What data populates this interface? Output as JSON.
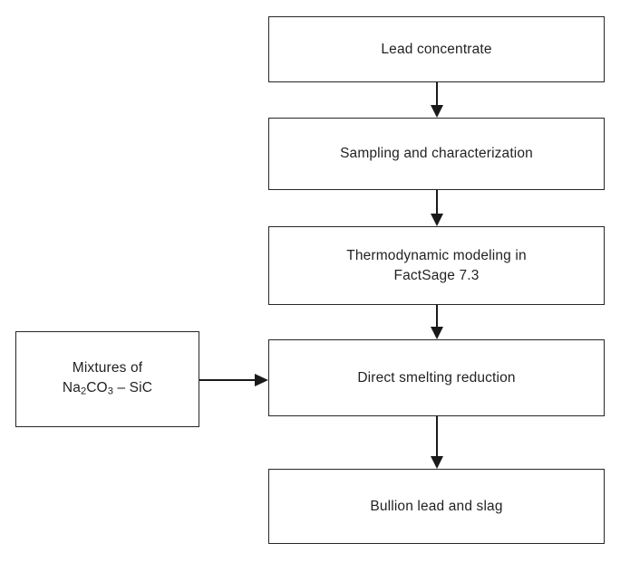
{
  "diagram": {
    "title": "Lead concentrate direct smelting reduction process flowchart",
    "type": "flowchart",
    "orientation": "top-to-bottom",
    "colors": {
      "box_border": "#262626",
      "box_fill": "#ffffff",
      "text": "#231f20",
      "connector": "#1a1a1a",
      "background": "#ffffff"
    },
    "nodes": [
      {
        "id": "lead-concentrate",
        "label": "Lead concentrate",
        "lines": [
          "Lead concentrate"
        ],
        "shape": "rectangle",
        "position": "row-1"
      },
      {
        "id": "sampling",
        "label": "Sampling  and characterization",
        "lines": [
          "Sampling  and characterization"
        ],
        "shape": "rectangle",
        "position": "row-2"
      },
      {
        "id": "thermodynamic",
        "label": "Thermodynamic  modeling  in\nFactSage 7.3",
        "lines": [
          "Thermodynamic  modeling  in",
          "FactSage 7.3"
        ],
        "shape": "rectangle",
        "position": "row-3"
      },
      {
        "id": "direct-smelting",
        "label": "Direct smelting  reduction",
        "lines": [
          "Direct smelting  reduction"
        ],
        "shape": "rectangle",
        "position": "row-4"
      },
      {
        "id": "bullion",
        "label": "Bullion  lead and slag",
        "lines": [
          "Bullion  lead and slag"
        ],
        "shape": "rectangle",
        "position": "row-5"
      },
      {
        "id": "mixtures",
        "label": "Mixtures of\nNa2CO3 – SiC",
        "line1": "Mixtures of",
        "formula": {
          "prefix": "Na",
          "sub1": "2",
          "mid": "CO",
          "sub2": "3",
          "suffix": " – SiC"
        },
        "shape": "rectangle",
        "position": "left-input"
      }
    ],
    "edges": [
      {
        "id": "lead-to-sampling",
        "from": "lead-concentrate",
        "to": "sampling",
        "direction": "down",
        "arrowhead": "filled-triangle"
      },
      {
        "id": "sampling-to-thermo",
        "from": "sampling",
        "to": "thermodynamic",
        "direction": "down",
        "arrowhead": "filled-triangle"
      },
      {
        "id": "thermo-to-smelting",
        "from": "thermodynamic",
        "to": "direct-smelting",
        "direction": "down",
        "arrowhead": "filled-triangle"
      },
      {
        "id": "smelting-to-bullion",
        "from": "direct-smelting",
        "to": "bullion",
        "direction": "down",
        "arrowhead": "filled-triangle"
      },
      {
        "id": "mixtures-to-smelting",
        "from": "mixtures",
        "to": "direct-smelting",
        "direction": "right",
        "arrowhead": "filled-triangle"
      }
    ]
  }
}
